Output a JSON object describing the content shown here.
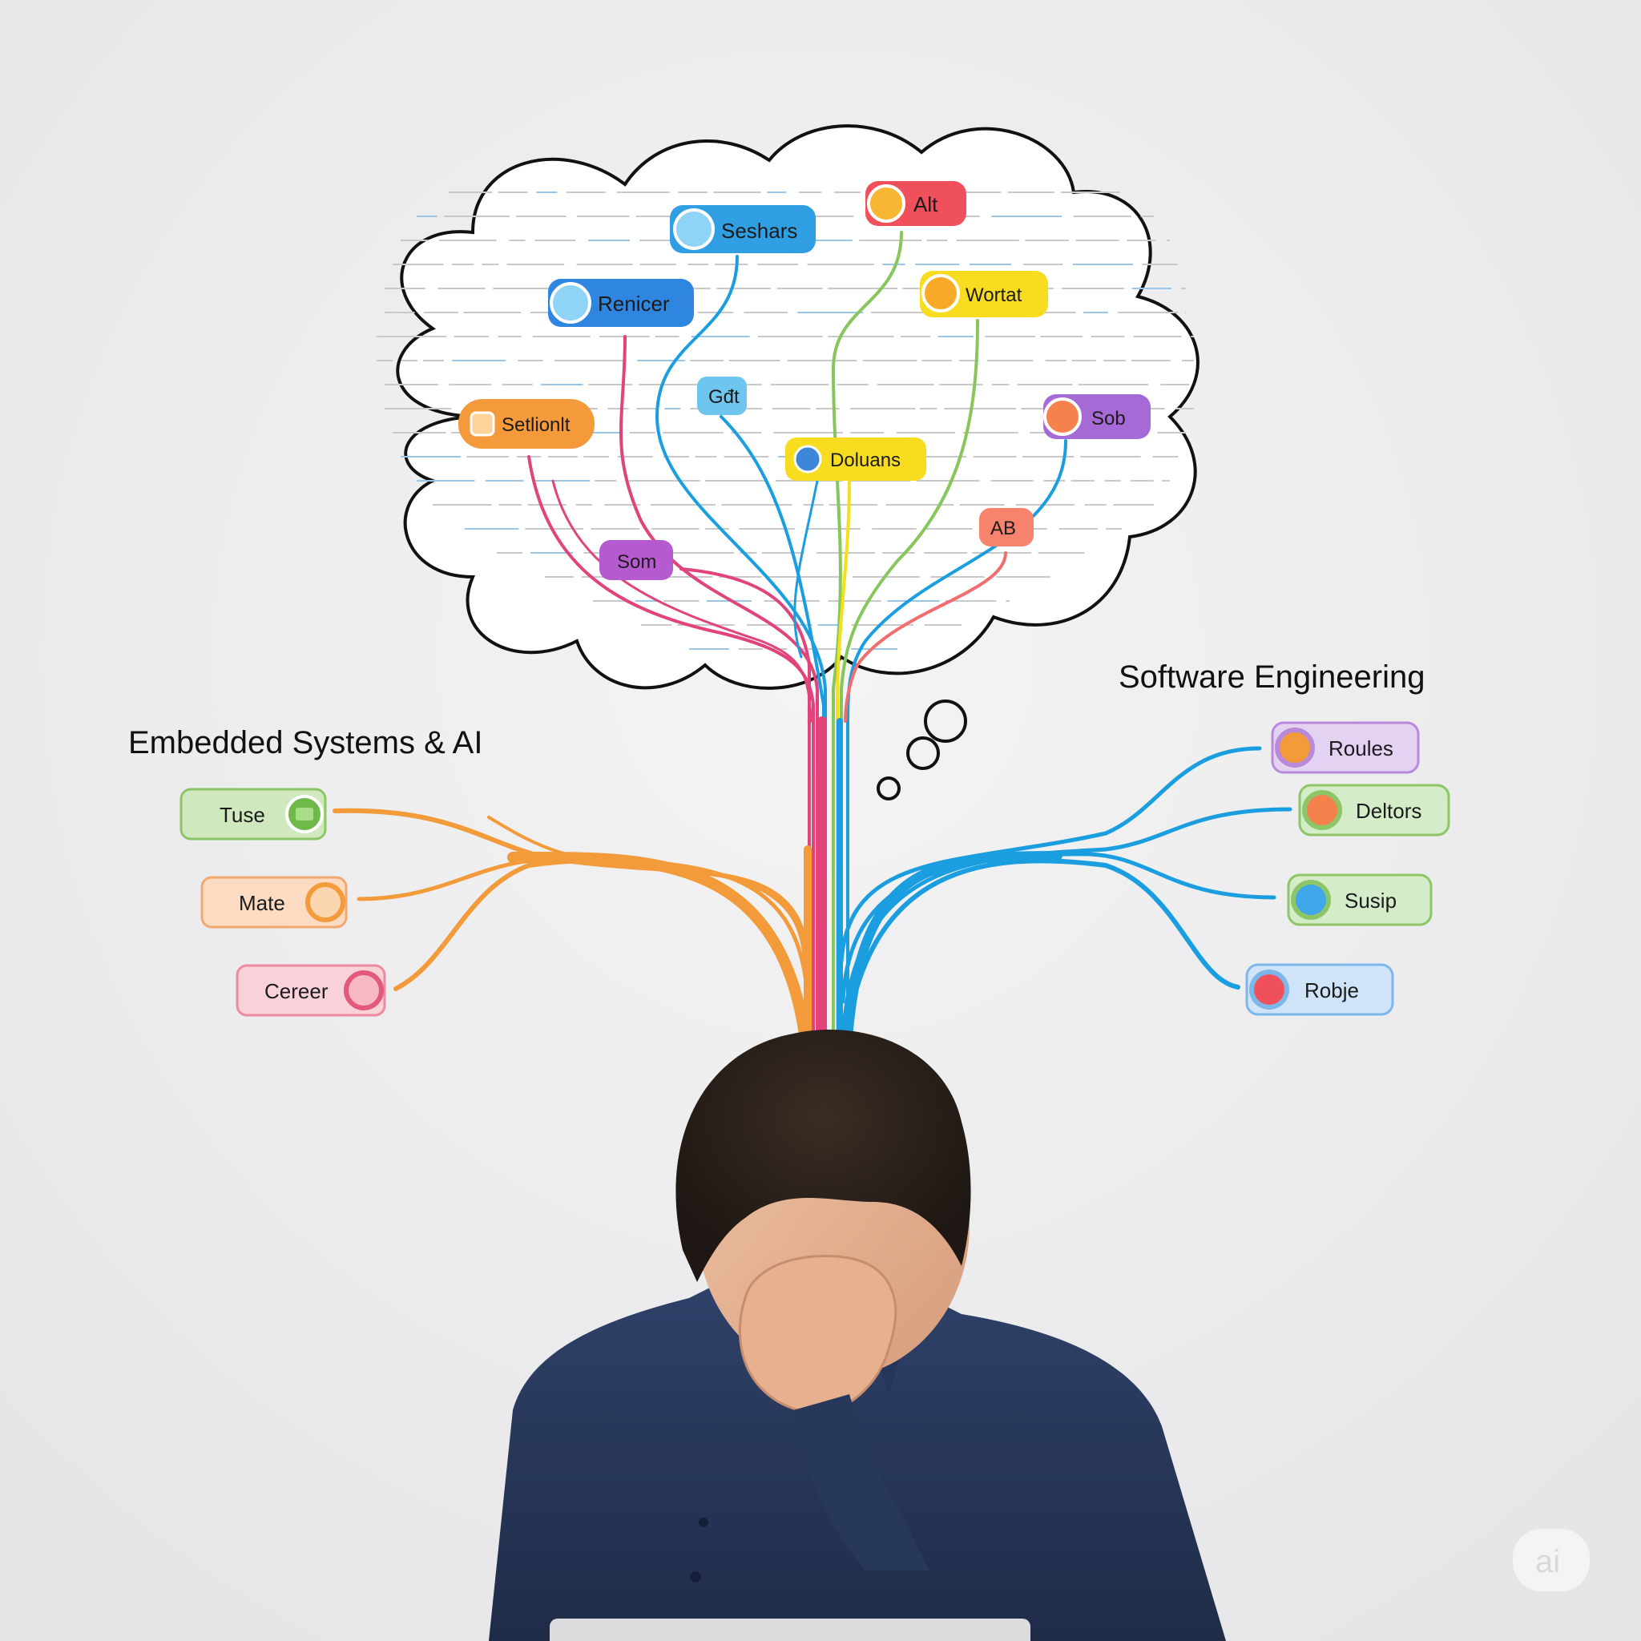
{
  "palette": {
    "background": "#eeeeef",
    "blue": "#1a9ee0",
    "orange": "#f39a3a",
    "pink": "#e0447a",
    "green": "#86c65a",
    "yellow": "#f6df1a",
    "purple": "#a85ed0",
    "red": "#f26d6d",
    "shirt": "#27385a",
    "hair": "#2a211c",
    "skin": "#e8b596"
  },
  "cloud": {
    "nodes": [
      {
        "label": "Seshars",
        "fill": "#2f9ee3",
        "text": "#1b1b1b",
        "icon": "#8fd3f7"
      },
      {
        "label": "Alt",
        "fill": "#f0505b",
        "text": "#1b1b1b",
        "icon": "#f7b733"
      },
      {
        "label": "Renicer",
        "fill": "#2f86e0",
        "text": "#1b1b1b",
        "icon": "#8fd3f7"
      },
      {
        "label": "Wortat",
        "fill": "#f7dc1f",
        "text": "#1b1b1b",
        "icon": "#f7a928"
      },
      {
        "label": "Setlionlt",
        "fill": "#f59a3a",
        "text": "#1b1b1b",
        "icon": "#fcd49a"
      },
      {
        "label": "Gđt",
        "fill": "#6ec5ee",
        "text": "#1b1b1b",
        "icon": ""
      },
      {
        "label": "Sob",
        "fill": "#a66ad6",
        "text": "#1b1b1b",
        "icon": "#f5814d"
      },
      {
        "label": "Doluans",
        "fill": "#f7dc1f",
        "text": "#1b1b1b",
        "icon": "#3d86d8"
      },
      {
        "label": "AB",
        "fill": "#f8836c",
        "text": "#1b1b1b",
        "icon": ""
      },
      {
        "label": "Som",
        "fill": "#b55bcf",
        "text": "#1b1b1b",
        "icon": ""
      }
    ]
  },
  "left_group": {
    "title": "Embedded Systems & AI",
    "items": [
      {
        "label": "Tuse",
        "fill": "#cfe8bd",
        "border": "#8dc668",
        "dot": "#6fb84a"
      },
      {
        "label": "Mate",
        "fill": "#fbdcc2",
        "border": "#f2a970",
        "dot": "#f39a3a"
      },
      {
        "label": "Cereer",
        "fill": "#f8d2d8",
        "border": "#ec8aa0",
        "dot": "#e25980"
      }
    ]
  },
  "right_group": {
    "title": "Software Engineering",
    "items": [
      {
        "label": "Roules",
        "fill": "#e3d2f2",
        "border": "#b98ad9",
        "dot": "#f39a3a"
      },
      {
        "label": "Deltors",
        "fill": "#d5ecc8",
        "border": "#8dc668",
        "dot": "#f5814d"
      },
      {
        "label": "Susip",
        "fill": "#d5ecc8",
        "border": "#8dc668",
        "dot": "#3fa7ea"
      },
      {
        "label": "Robje",
        "fill": "#cfe4f8",
        "border": "#7db7ea",
        "dot": "#f0505b"
      }
    ]
  },
  "watermark": "ai"
}
